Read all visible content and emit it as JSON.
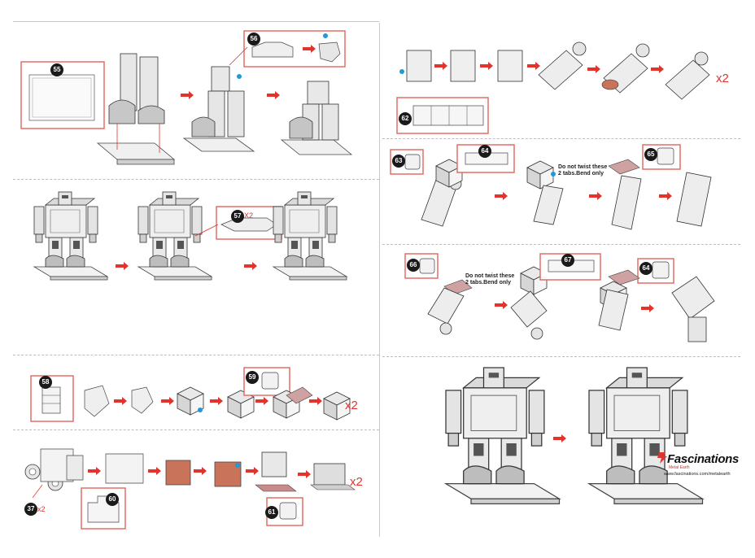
{
  "steps": {
    "s55": "55",
    "s56": "56",
    "s57": "57",
    "s58": "58",
    "s59": "59",
    "s60": "60",
    "s61": "61",
    "s37": "37",
    "s62": "62",
    "s63": "63",
    "s64a": "64",
    "s65": "65",
    "s66": "66",
    "s67": "67",
    "s64b": "64"
  },
  "multipliers": {
    "x2_57": "X2",
    "x2_58": "x2",
    "x2_37": "x2",
    "x2_61": "x2",
    "x2_62": "x2"
  },
  "notes": {
    "twist_note_1": "Do not twist these\n2 tabs.Bend only",
    "twist_note_2": "Do not twist these\n2 tabs.Bend only"
  },
  "brand": {
    "name": "Fascinations",
    "tagline": "Metal Earth",
    "url": "www.fascinations.com/metalearth"
  },
  "colors": {
    "accent_red": "#e0342d",
    "box_red": "#e2645a",
    "tab_blue": "#1f9ad6",
    "tab_green": "#8cc63f"
  }
}
